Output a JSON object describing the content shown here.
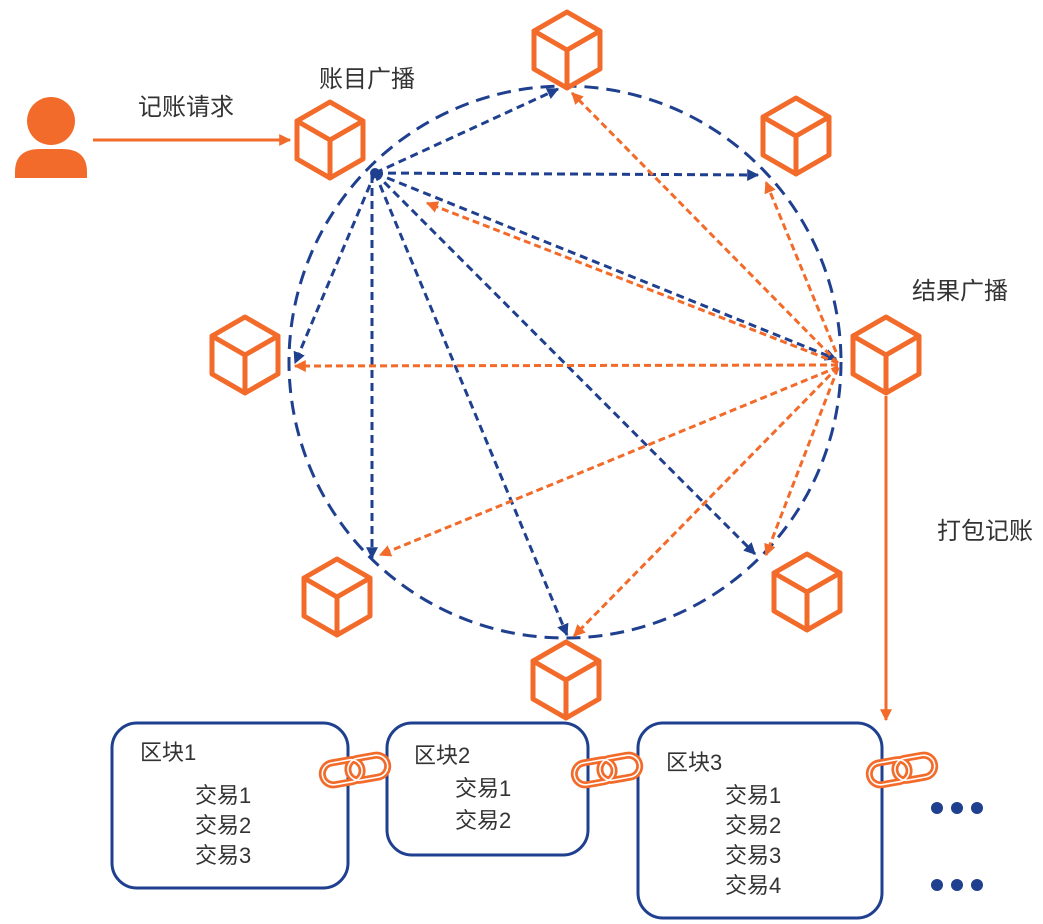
{
  "colors": {
    "orange": "#f26b2a",
    "blue": "#1f3f8f",
    "text": "#333333"
  },
  "icons": {
    "user": "person-icon",
    "node": "cube-icon",
    "link": "chain-link-icon"
  },
  "labels": {
    "request": "记账请求",
    "ledger_broadcast": "账目广播",
    "result_broadcast": "结果广播",
    "pack_record": "打包记账"
  },
  "blocks": [
    {
      "title": "区块1",
      "transactions": [
        "交易1",
        "交易2",
        "交易3"
      ]
    },
    {
      "title": "区块2",
      "transactions": [
        "交易1",
        "交易2"
      ]
    },
    {
      "title": "区块3",
      "transactions": [
        "交易1",
        "交易2",
        "交易3",
        "交易4"
      ]
    }
  ]
}
